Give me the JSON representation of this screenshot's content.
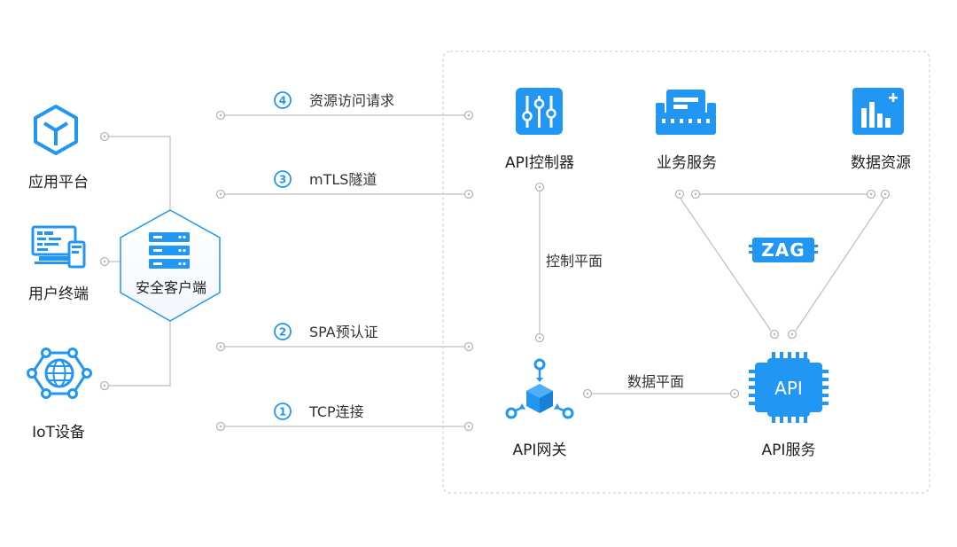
{
  "clients": [
    {
      "label": "应用平台",
      "icon": "cube-icon"
    },
    {
      "label": "用户终端",
      "icon": "computer-icon"
    },
    {
      "label": "IoT设备",
      "icon": "globe-network-icon"
    }
  ],
  "gateway_client": {
    "label": "安全客户端",
    "icon": "server-stack-icon"
  },
  "flows": [
    {
      "number": "4",
      "label": "资源访问请求"
    },
    {
      "number": "3",
      "label": "mTLS隧道"
    },
    {
      "number": "2",
      "label": "SPA预认证"
    },
    {
      "number": "1",
      "label": "TCP连接"
    }
  ],
  "nodes": {
    "api_controller": {
      "label": "API控制器",
      "icon": "sliders-icon"
    },
    "business_service": {
      "label": "业务服务",
      "icon": "factory-icon"
    },
    "data_resource": {
      "label": "数据资源",
      "icon": "bar-chart-plus-icon"
    },
    "api_gateway": {
      "label": "API网关",
      "icon": "gateway-cube-icon"
    },
    "api_service": {
      "label": "API服务",
      "icon": "api-chip-icon",
      "chip_text": "API"
    }
  },
  "planes": {
    "control": "控制平面",
    "data": "数据平面"
  },
  "zag_badge": "ZAG",
  "colors": {
    "accent": "#2196f3",
    "line": "#b8b8b8",
    "dashed_border": "#c8c8c8"
  }
}
